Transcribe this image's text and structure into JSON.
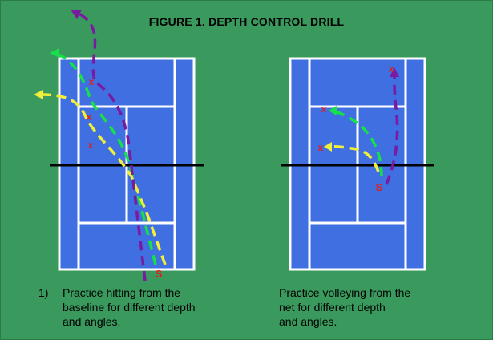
{
  "title": "FIGURE 1. DEPTH CONTROL DRILL",
  "colors": {
    "background": "#3a9a5e",
    "court": "#3f6fe0",
    "court_lines": "#ffffff",
    "net": "#000000",
    "green_path": "#16e04a",
    "yellow_path": "#f2ef3c",
    "purple_path": "#7a1aa0",
    "target_marker": "#e02020",
    "start_marker": "#e02020"
  },
  "markers": {
    "start": "S",
    "target": "x"
  },
  "left_caption": {
    "number": "1)",
    "lines": [
      "Practice hitting from the",
      "baseline for different depth",
      "and angles."
    ]
  },
  "right_caption": {
    "lines": [
      "Practice volleying from the",
      "net for different depth",
      "and angles."
    ]
  }
}
